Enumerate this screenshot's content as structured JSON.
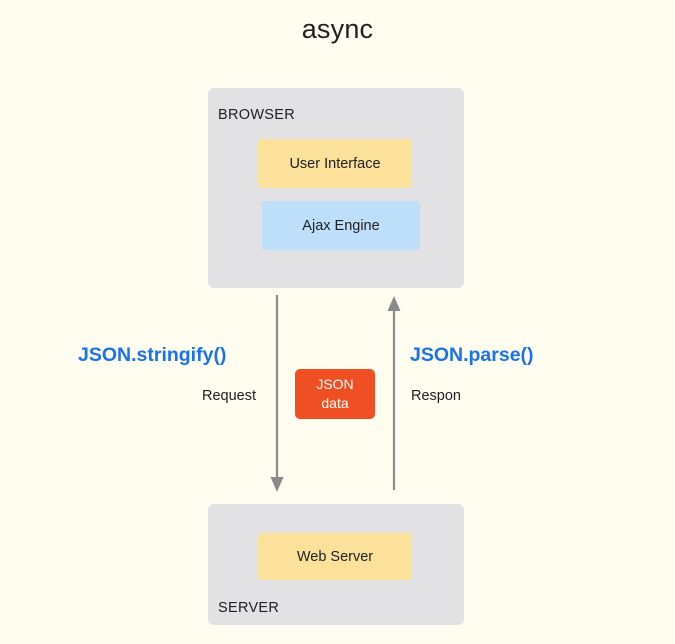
{
  "diagram": {
    "title": "async",
    "background_color": "#FFFDF0"
  },
  "browser": {
    "label": "BROWSER",
    "container_color": "#E2E2E4",
    "components": [
      {
        "label": "User Interface",
        "color": "#FCE19B"
      },
      {
        "label": "Ajax Engine",
        "color": "#BDDFFA"
      }
    ]
  },
  "server": {
    "label": "SERVER",
    "container_color": "#E2E2E4",
    "components": [
      {
        "label": "Web Server",
        "color": "#FCE19B"
      }
    ]
  },
  "packet": {
    "line1": "JSON",
    "line2": "data",
    "color": "#F04E23",
    "text_color": "#FFFFFF"
  },
  "flows": {
    "accent_color": "#1A73E8",
    "arrow_color": "#8A8A8A",
    "outbound": {
      "api_label": "JSON.stringify()",
      "direction_label": "Request",
      "arrow_direction": "down"
    },
    "inbound": {
      "api_label": "JSON.parse()",
      "direction_label": "Respon",
      "arrow_direction": "up"
    }
  }
}
